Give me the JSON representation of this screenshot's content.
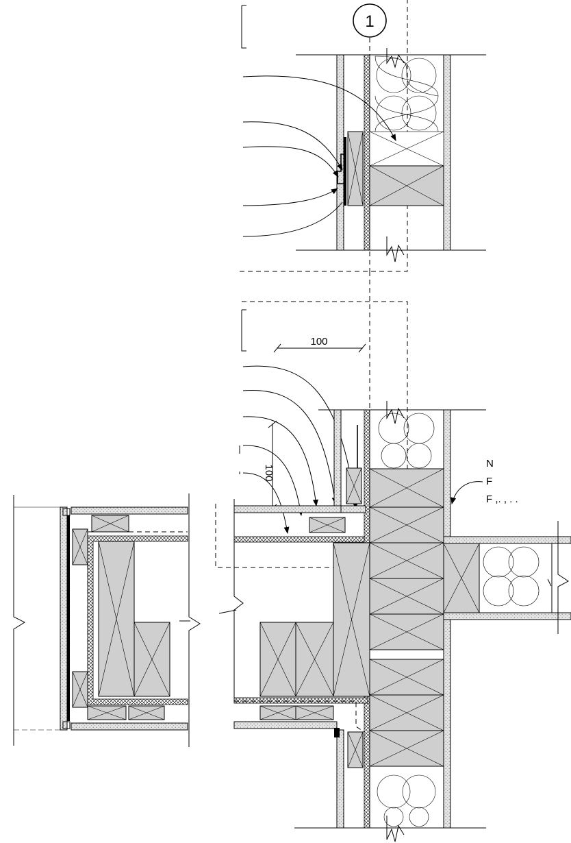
{
  "section_marker": {
    "number": "1"
  },
  "dimensions": {
    "horizontal": "100",
    "vertical": "100"
  },
  "partial_labels": {
    "line1": "N",
    "line2": "F",
    "line3": "F ,. , . ."
  }
}
